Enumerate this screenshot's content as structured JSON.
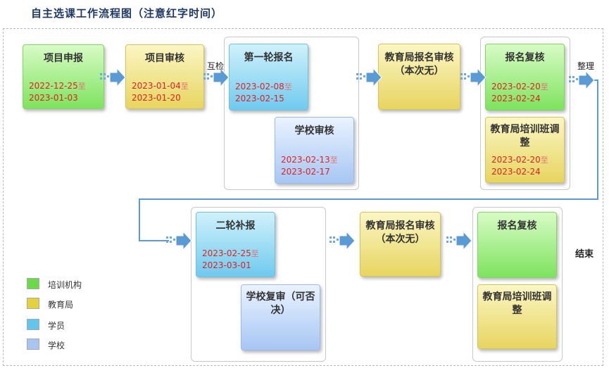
{
  "title": "自主选课工作流程图（注意红字时间）",
  "colors": {
    "green": "#7ee35e",
    "yellow": "#e7d560",
    "cyan": "#6fcaee",
    "blue": "#a6c6f3",
    "date_red": "#e02020",
    "arrow": "#5b9bd5"
  },
  "nodes": {
    "project_apply": {
      "title": "项目申报",
      "start": "2022-12-25",
      "sep": "至",
      "end": "2023-01-03"
    },
    "project_review": {
      "title": "项目审核",
      "start": "2023-01-04",
      "sep": "至",
      "end": "2023-01-20"
    },
    "round1": {
      "title": "第一轮报名",
      "start": "2023-02-08",
      "sep": "至",
      "end": "2023-02-15"
    },
    "school_review": {
      "title": "学校审核",
      "start": "2023-02-13",
      "sep": "至",
      "end": "2023-02-17"
    },
    "bureau_review1": {
      "title": "教育局报名审核（本次无）"
    },
    "recheck1": {
      "title": "报名复核",
      "start": "2023-02-20",
      "sep": "至",
      "end": "2023-02-24"
    },
    "training_adjust1": {
      "title": "教育局培训班调整",
      "start": "2023-02-20",
      "sep": "至",
      "end": "2023-02-24"
    },
    "round2": {
      "title": "二轮补报",
      "start": "2023-02-25",
      "sep": "至",
      "end": "2023-03-01"
    },
    "school_recheck": {
      "title": "学校复审（可否决）"
    },
    "bureau_review2": {
      "title": "教育局报名审核（本次无）"
    },
    "recheck2": {
      "title": "报名复核"
    },
    "training_adjust2": {
      "title": "教育局培训班调整"
    }
  },
  "labels": {
    "cross_check": "互检",
    "organize": "整理",
    "end": "结束"
  },
  "legend": [
    {
      "label": "培训机构",
      "color": "#6cd94a"
    },
    {
      "label": "教育局",
      "color": "#e3d23c"
    },
    {
      "label": "学员",
      "color": "#62c5ee"
    },
    {
      "label": "学校",
      "color": "#a8c4f0"
    }
  ]
}
